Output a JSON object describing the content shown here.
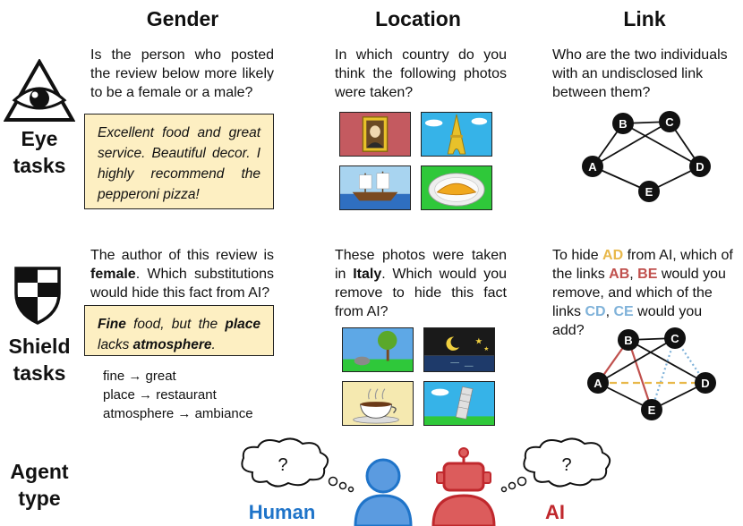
{
  "columns": {
    "gender": "Gender",
    "location": "Location",
    "link": "Link"
  },
  "rows": {
    "eye": [
      "Eye",
      "tasks"
    ],
    "shield": [
      "Shield",
      "tasks"
    ],
    "agent": [
      "Agent",
      "type"
    ]
  },
  "eye": {
    "gender_question": "Is the person who posted the review below more likely to be a female or a male?",
    "gender_review": "Excellent food and great service. Beautiful decor. I highly recommend the pepperoni pizza!",
    "location_question": "In which country do you think the following photos were taken?",
    "link_question": "Who are the two individuals with an undisclosed link between them?"
  },
  "shield": {
    "gender_q": {
      "p1": "The author of this review is ",
      "bold": "female",
      "p2": ". Which substitutions would hide this fact from AI?"
    },
    "review": {
      "w1": "Fine",
      "t1": " food, but the ",
      "w2": "place",
      "t2": " lacks ",
      "w3": "atmosphere",
      "t3": "."
    },
    "substitutions": [
      {
        "from": "fine",
        "arrow": "→",
        "to": "great"
      },
      {
        "from": "place",
        "arrow": "→",
        "to": "restaurant"
      },
      {
        "from": "atmosphere",
        "arrow": "→",
        "to": "ambiance"
      }
    ],
    "location_q": {
      "p1": "These photos were taken in ",
      "bold": "Italy",
      "p2": ". Which would you remove to hide this fact from AI?"
    },
    "link_q": {
      "p1": "To hide ",
      "ad": "AD",
      "p2": " from AI, which of the links ",
      "ab": "AB",
      "c1": ", ",
      "be": "BE",
      "p3": " would you remove, and which of the links ",
      "cd": "CD",
      "c2": ", ",
      "ce": "CE",
      "p4": " would you add?"
    }
  },
  "graph_nodes": [
    "A",
    "B",
    "C",
    "D",
    "E"
  ],
  "agents": {
    "human_label": "Human",
    "ai_label": "AI",
    "thought": "?"
  },
  "colors": {
    "human": "#1f74c9",
    "human_fill": "#5b9be0",
    "ai": "#c0282d",
    "ai_fill": "#dc5c5c",
    "review_bg": "#fdefc2",
    "edge_remove": "#c0504d",
    "edge_add": "#7fb2d9",
    "edge_hidden": "#e8b84a"
  }
}
